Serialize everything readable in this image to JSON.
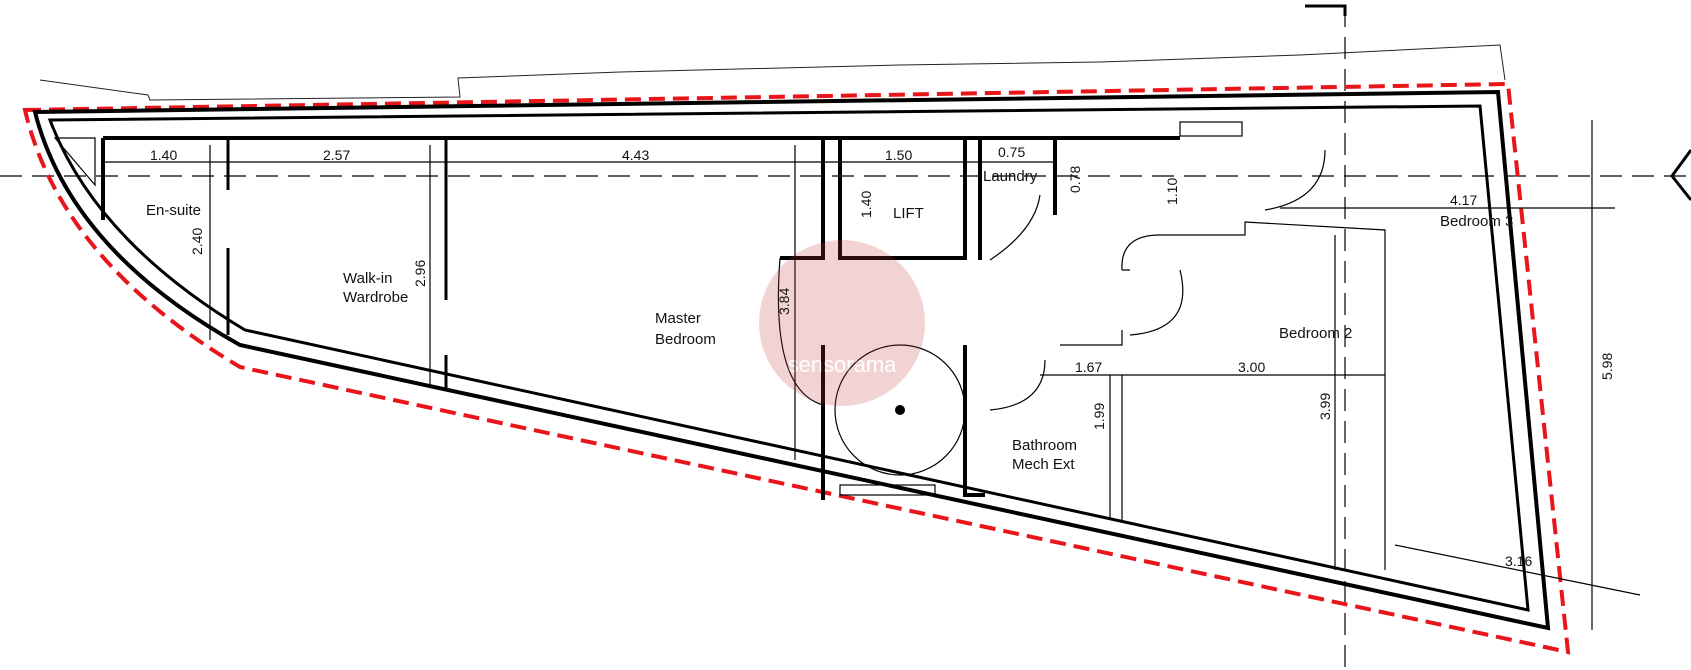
{
  "colors": {
    "boundary": "#e8151b",
    "wall": "#000000",
    "watermark": "#c23a3a"
  },
  "watermark": {
    "text": "sensorama",
    "icon": "windmill-logo"
  },
  "rooms": {
    "ensuite": "En-suite",
    "wardrobe_1": "Walk-in",
    "wardrobe_2": "Wardrobe",
    "master_1": "Master",
    "master_2": "Bedroom",
    "lift": "LIFT",
    "laundry": "Laundry",
    "bedroom3": "Bedroom 3",
    "bedroom2": "Bedroom 2",
    "bath_1": "Bathroom",
    "bath_2": "Mech Ext"
  },
  "dimensions": {
    "d1": "1.40",
    "d2": "2.57",
    "d3": "4.43",
    "d4": "1.50",
    "d5": "0.75",
    "d6": "0.78",
    "d7": "1.10",
    "d8": "4.17",
    "d9": "2.40",
    "d10": "2.96",
    "d11": "1.40",
    "d12": "3.84",
    "d13": "1.67",
    "d14": "3.00",
    "d15": "1.99",
    "d16": "3.99",
    "d17": "5.98",
    "d18": "3.16"
  }
}
